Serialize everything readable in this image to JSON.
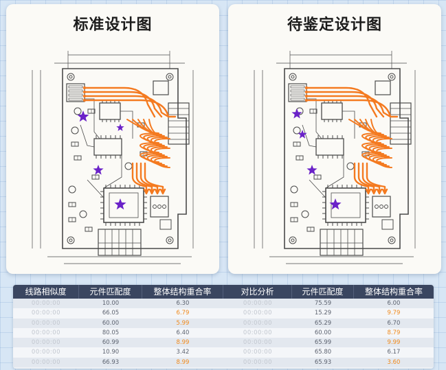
{
  "cards": {
    "left_title": "标准设计图",
    "right_title": "待鉴定设计图"
  },
  "table": {
    "headers": [
      "线路相似度",
      "元件匹配度",
      "整体结构重合率",
      "对比分析",
      "元件匹配度",
      "整体结构重合率"
    ],
    "rows": [
      {
        "c1": "00:00:00",
        "c2": "10.00",
        "c3": "6.30",
        "c4": "00:00:00",
        "c5": "75.59",
        "c6": "6.00"
      },
      {
        "c1": "00:00:00",
        "c2": "66.05",
        "c3": "6.79",
        "c4": "00:00:00",
        "c5": "15.29",
        "c6": "9.79"
      },
      {
        "c1": "00:00:00",
        "c2": "60.00",
        "c3": "5.99",
        "c4": "00:00:00",
        "c5": "65.29",
        "c6": "6.70"
      },
      {
        "c1": "00:00:00",
        "c2": "80.05",
        "c3": "6.40",
        "c4": "00:00:00",
        "c5": "60.00",
        "c6": "8.79"
      },
      {
        "c1": "00:00:00",
        "c2": "60.99",
        "c3": "8.99",
        "c4": "00:00:00",
        "c5": "65.99",
        "c6": "9.99"
      },
      {
        "c1": "00:00:00",
        "c2": "10.90",
        "c3": "3.42",
        "c4": "00:00:00",
        "c5": "65.80",
        "c6": "6.17"
      },
      {
        "c1": "00:00:00",
        "c2": "66.93",
        "c3": "8.99",
        "c4": "00:00:00",
        "c5": "65.93",
        "c6": "3.60"
      }
    ],
    "highlight": {
      "c3": [
        false,
        true,
        true,
        false,
        true,
        false,
        true
      ],
      "c6": [
        false,
        true,
        false,
        true,
        true,
        false,
        true
      ]
    }
  },
  "colors": {
    "trace": "#f47a20",
    "star": "#6a22c8",
    "header_bg": "#3a4660",
    "highlight": "#f08a1c"
  }
}
